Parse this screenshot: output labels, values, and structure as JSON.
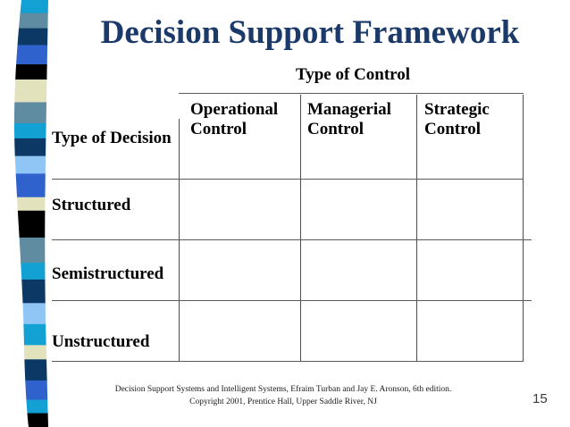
{
  "slide": {
    "title": "Decision Support Framework",
    "title_color": "#1b3a69",
    "page_number": "15",
    "background_color": "#ffffff"
  },
  "table": {
    "column_group_header": "Type of Control",
    "row_group_header_line1": "Type of",
    "row_group_header_line2": "Decision",
    "columns": [
      {
        "line1": "Operational",
        "line2": "Control"
      },
      {
        "line1": "Managerial",
        "line2": "Control"
      },
      {
        "line1": "Strategic",
        "line2": "Control"
      }
    ],
    "rows": [
      {
        "label": "Structured"
      },
      {
        "label": "Semistructured"
      },
      {
        "label": "Unstructured"
      }
    ],
    "cells": [
      [
        "",
        "",
        ""
      ],
      [
        "",
        "",
        ""
      ],
      [
        "",
        "",
        ""
      ]
    ],
    "rule_color": "#555555"
  },
  "footer": {
    "line1": "Decision Support Systems and Intelligent Systems, Efraim Turban and Jay E. Aronson, 6th edition.",
    "line2": "Copyright 2001, Prentice Hall, Upper Saddle River, NJ"
  },
  "ribbon": {
    "name": "decorative-color-bands",
    "bands": [
      {
        "color": "#13a0d2",
        "h": 16
      },
      {
        "color": "#5f8ca0",
        "h": 18
      },
      {
        "color": "#0b3864",
        "h": 20
      },
      {
        "color": "#2f62cc",
        "h": 23
      },
      {
        "color": "#000000",
        "h": 18
      },
      {
        "color": "#e2e2bc",
        "h": 27
      },
      {
        "color": "#5f8ca0",
        "h": 25
      },
      {
        "color": "#13a0d2",
        "h": 18
      },
      {
        "color": "#0b3864",
        "h": 21
      },
      {
        "color": "#8fc6f5",
        "h": 21
      },
      {
        "color": "#2f62cc",
        "h": 28
      },
      {
        "color": "#e2e2bc",
        "h": 16
      },
      {
        "color": "#000000",
        "h": 32
      },
      {
        "color": "#5f8ca0",
        "h": 30
      },
      {
        "color": "#13a0d2",
        "h": 20
      },
      {
        "color": "#0b3864",
        "h": 28
      },
      {
        "color": "#8fc6f5",
        "h": 25
      },
      {
        "color": "#13a0d2",
        "h": 25
      },
      {
        "color": "#e2e2bc",
        "h": 17
      },
      {
        "color": "#0b3864",
        "h": 25
      },
      {
        "color": "#2f62cc",
        "h": 23
      },
      {
        "color": "#13a0d2",
        "h": 16
      },
      {
        "color": "#000000",
        "h": 16
      }
    ]
  }
}
